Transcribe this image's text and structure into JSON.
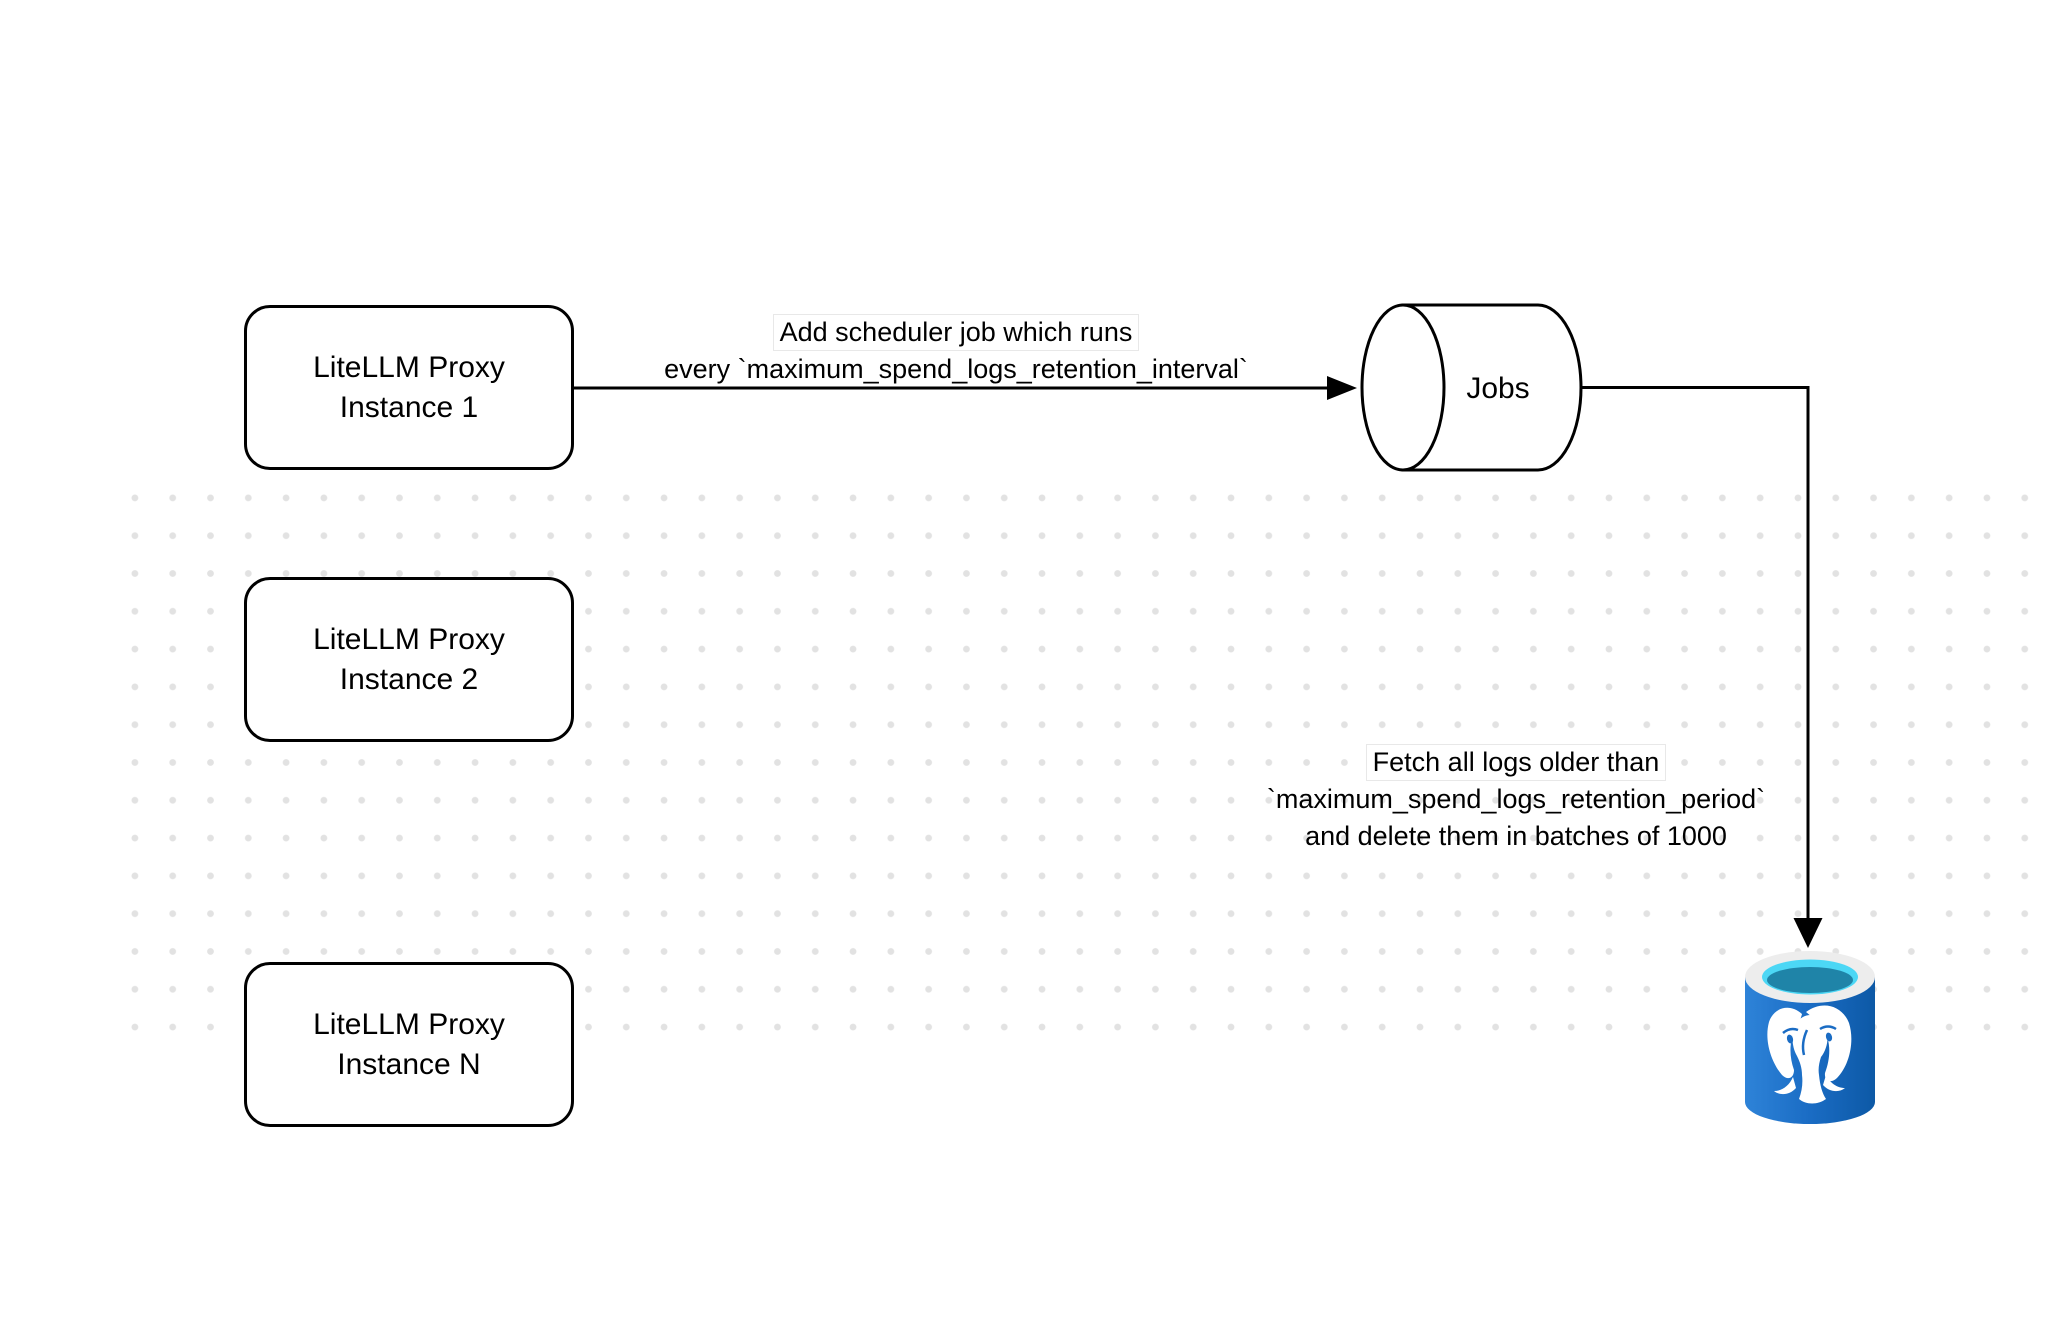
{
  "nodes": {
    "proxy_instances": [
      {
        "line1": "LiteLLM Proxy",
        "line2": "Instance 1"
      },
      {
        "line1": "LiteLLM Proxy",
        "line2": "Instance 2"
      },
      {
        "line1": "LiteLLM Proxy",
        "line2": "Instance N"
      }
    ],
    "jobs_queue": {
      "label": "Jobs"
    },
    "database": {
      "icon": "postgresql-database-icon"
    }
  },
  "edges": {
    "add_scheduler_job": {
      "line1": "Add scheduler job which runs",
      "line2": "every `maximum_spend_logs_retention_interval`"
    },
    "fetch_and_delete": {
      "line1": "Fetch all logs older than",
      "line2": "`maximum_spend_logs_retention_period`",
      "line3": "and delete them in batches of 1000"
    }
  },
  "colors": {
    "line": "#000000",
    "node_fill": "#ffffff",
    "dot_grid": "#e2e2e2",
    "pg_body_light": "#2e83d8",
    "pg_body": "#1a6cc4",
    "pg_body_dark": "#0d59a6",
    "pg_rim": "#ededed",
    "pg_water_light": "#4cd7f5",
    "pg_water_dark": "#1f84a8",
    "pg_elephant": "#ffffff"
  }
}
